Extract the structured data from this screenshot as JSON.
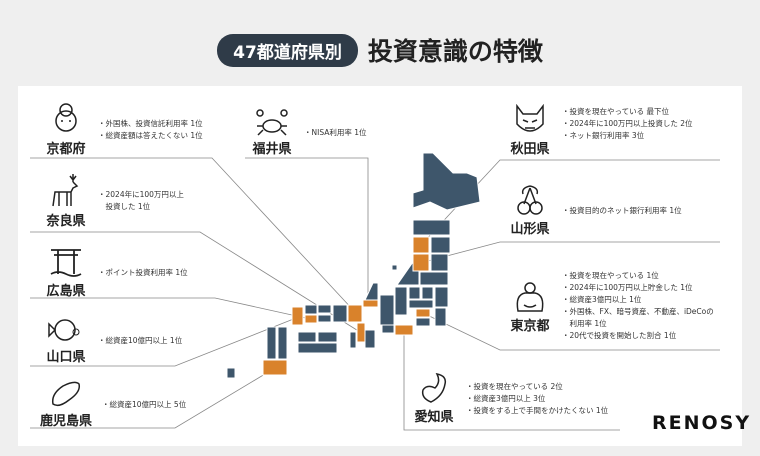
{
  "title": {
    "pill": "47都道府県別",
    "main": "投資意識の特徴"
  },
  "prefectures": {
    "kyoto": {
      "name": "京都府",
      "icon": "maiko-icon",
      "facts": [
        "・外国株、投資信託利用率 1位",
        "・総資産額は答えたくない 1位"
      ]
    },
    "nara": {
      "name": "奈良県",
      "icon": "deer-icon",
      "facts": [
        "・2024年に100万円以上",
        "　投資した 1位"
      ]
    },
    "hiroshima": {
      "name": "広島県",
      "icon": "torii-icon",
      "facts": [
        "・ポイント投資利用率 1位"
      ]
    },
    "yamaguchi": {
      "name": "山口県",
      "icon": "pufferfish-icon",
      "facts": [
        "・総資産10億円以上 1位"
      ]
    },
    "kagoshima": {
      "name": "鹿児島県",
      "icon": "sweet-potato-icon",
      "facts": [
        "・総資産10億円以上 5位"
      ]
    },
    "fukui": {
      "name": "福井県",
      "icon": "crab-icon",
      "facts": [
        "・NISA利用率 1位"
      ]
    },
    "akita": {
      "name": "秋田県",
      "icon": "namahage-icon",
      "facts": [
        "・投資を現在やっている 最下位",
        "・2024年に100万円以上投資した 2位",
        "・ネット銀行利用率 3位"
      ]
    },
    "yamagata": {
      "name": "山形県",
      "icon": "cherry-icon",
      "facts": [
        "・投資目的のネット銀行利用率 1位"
      ]
    },
    "tokyo": {
      "name": "東京都",
      "icon": "sumo-icon",
      "facts": [
        "・投資を現在やっている 1位",
        "・2024年に100万円以上貯金した 1位",
        "・総資産3億円以上 1位",
        "・外国株、FX、暗号資産、不動産、iDeCoの",
        "　利用率 1位",
        "・20代で投資を開始した割合 1位"
      ]
    },
    "aichi": {
      "name": "愛知県",
      "icon": "shachihoko-icon",
      "facts": [
        "・投資を現在やっている 2位",
        "・総資産3億円以上 3位",
        "・投資をする上で手間をかけたくない 1位"
      ]
    }
  },
  "colors": {
    "map": "#3e566b",
    "highlight": "#d9822b",
    "pill": "#2f3b48"
  },
  "logo": "RENOSY"
}
